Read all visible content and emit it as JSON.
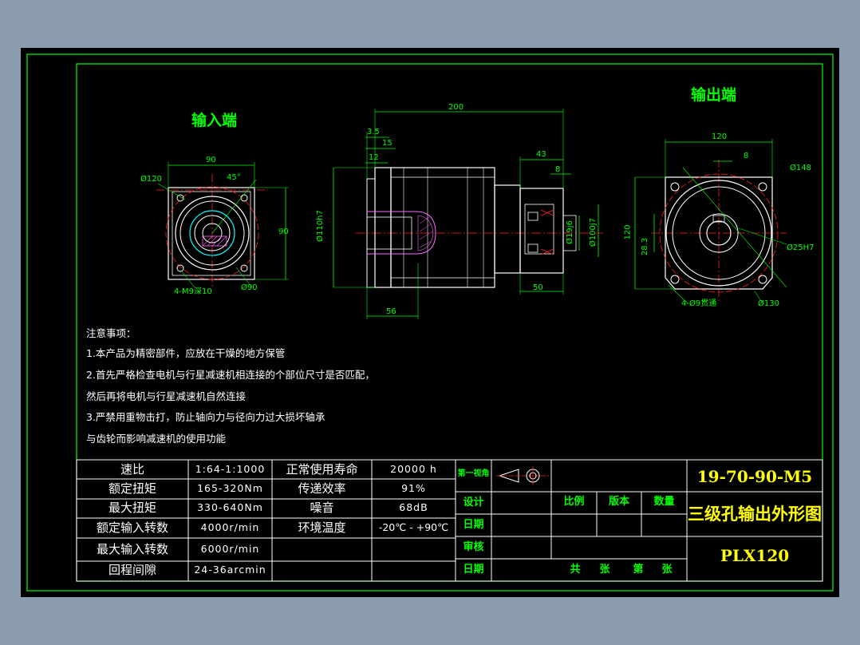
{
  "views": {
    "input_title": "输入端",
    "output_title": "输出端"
  },
  "dimensions": {
    "input": {
      "d_120": "Ø120",
      "w_90": "90",
      "angle": "45°",
      "h_90": "90",
      "holes": "4-M9深10",
      "d_90": "Ø90"
    },
    "side": {
      "len_200": "200",
      "d_3_5": "3.5",
      "d_15": "15",
      "d_12": "12",
      "d_43": "43",
      "d_8": "8",
      "d_110h7": "Ø110h7",
      "d_19j6": "Ø19j6",
      "d_100j7": "Ø100j7",
      "d_56": "56",
      "d_50": "50"
    },
    "output": {
      "w_120": "120",
      "k_8": "8",
      "d_148": "Ø148",
      "h_120": "120",
      "d_28_3": "28.3",
      "d_25h7": "Ø25H7",
      "holes": "4-Ø9贯通",
      "d_130": "Ø130"
    }
  },
  "notes": {
    "heading": "注意事项：",
    "lines": [
      "1.本产品为精密部件，应放在干燥的地方保管",
      "2.首先严格检查电机与行星减速机相连接的个部位尺寸是否匹配，",
      "然后再将电机与行星减速机自然连接",
      "3.严禁用重物击打，防止轴向力与径向力过大损坏轴承",
      "与齿轮而影响减速机的使用功能"
    ]
  },
  "specs": {
    "rows": [
      {
        "label": "速比",
        "value": "1:64-1:1000",
        "label2": "正常使用寿命",
        "value2": "20000 h"
      },
      {
        "label": "额定扭矩",
        "value": "165-320Nm",
        "label2": "传递效率",
        "value2": "91%"
      },
      {
        "label": "最大扭矩",
        "value": "330-640Nm",
        "label2": "噪音",
        "value2": "68dB"
      },
      {
        "label": "额定输入转数",
        "value": "4000r/min",
        "label2": "环境温度",
        "value2": "-20℃ - +90℃"
      },
      {
        "label": "最大输入转数",
        "value": "6000r/min",
        "label2": "",
        "value2": ""
      },
      {
        "label": "回程间隙",
        "value": "24-36arcmin",
        "label2": "",
        "value2": ""
      }
    ]
  },
  "title_block": {
    "projection": "第一视角",
    "design": "设计",
    "date1": "日期",
    "review": "审核",
    "date2": "日期",
    "scale": "比例",
    "version": "版本",
    "quantity": "数量",
    "total": "共",
    "sheet": "张",
    "number": "第",
    "sheet2": "张",
    "drawing_no": "19-70-90-M5",
    "drawing_title": "三级孔输出外形图",
    "model": "PLX120"
  }
}
